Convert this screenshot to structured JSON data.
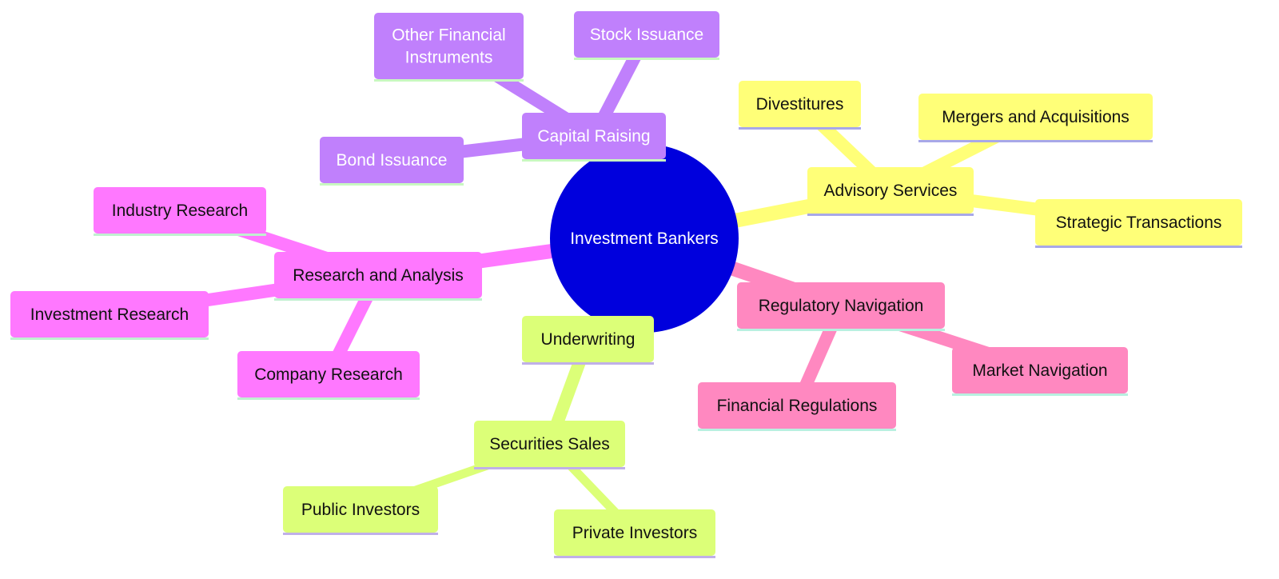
{
  "root": {
    "id": "root",
    "label": "Investment Bankers",
    "color": "#0000dd",
    "text_color": "#ffffff"
  },
  "branches": [
    {
      "id": "capital",
      "label": "Capital Raising",
      "color": "#c080fc",
      "underline": "#c8f8c0",
      "text_color": "#ffffff",
      "children": [
        {
          "id": "other",
          "label": [
            "Other Financial",
            "Instruments"
          ]
        },
        {
          "id": "stock",
          "label": [
            "Stock Issuance"
          ]
        },
        {
          "id": "bond",
          "label": [
            "Bond Issuance"
          ]
        }
      ]
    },
    {
      "id": "advisory",
      "label": "Advisory Services",
      "color": "#ffff78",
      "underline": "#a8a8e8",
      "text_color": "#111111",
      "children": [
        {
          "id": "divest",
          "label": [
            "Divestitures"
          ]
        },
        {
          "id": "mna",
          "label": [
            "Mergers and Acquisitions"
          ]
        },
        {
          "id": "strategic",
          "label": [
            "Strategic Transactions"
          ]
        }
      ]
    },
    {
      "id": "regulatory",
      "label": "Regulatory Navigation",
      "color": "#ff88c0",
      "underline": "#b8f0e0",
      "text_color": "#111111",
      "children": [
        {
          "id": "market",
          "label": [
            "Market Navigation"
          ]
        },
        {
          "id": "finreg",
          "label": [
            "Financial Regulations"
          ]
        }
      ]
    },
    {
      "id": "underwriting",
      "label": "Underwriting",
      "color": "#dcff78",
      "underline": "#c0b0e8",
      "text_color": "#111111",
      "children": [
        {
          "id": "secsales",
          "label": [
            "Securities Sales"
          ],
          "children": [
            {
              "id": "public",
              "label": [
                "Public Investors"
              ]
            },
            {
              "id": "private",
              "label": [
                "Private Investors"
              ]
            }
          ]
        }
      ]
    },
    {
      "id": "research",
      "label": "Research and Analysis",
      "color": "#ff78ff",
      "underline": "#c0f0d0",
      "text_color": "#111111",
      "children": [
        {
          "id": "industry",
          "label": [
            "Industry Research"
          ]
        },
        {
          "id": "invres",
          "label": [
            "Investment Research"
          ]
        },
        {
          "id": "company",
          "label": [
            "Company Research"
          ]
        }
      ]
    }
  ]
}
